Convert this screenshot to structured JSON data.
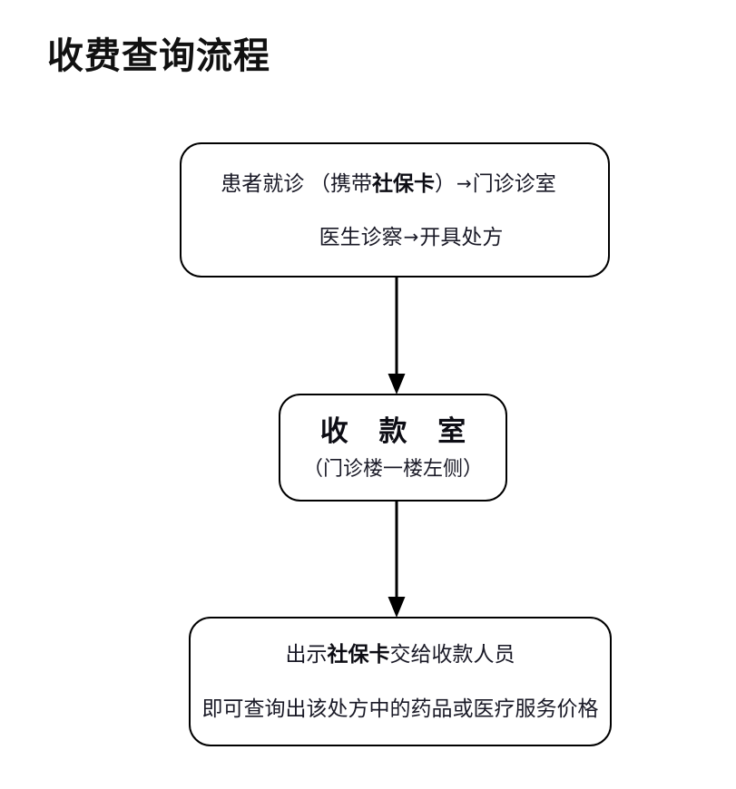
{
  "title": "收费查询流程",
  "flowchart": {
    "type": "flowchart",
    "orientation": "vertical",
    "background_color": "#ffffff",
    "border_color": "#000000",
    "text_color": "#191926",
    "nodes": [
      {
        "id": "node-consultation",
        "shape": "rounded-rectangle",
        "lines": [
          {
            "segments": [
              {
                "text": "患者就诊  （携带",
                "bold": false
              },
              {
                "text": "社保卡",
                "bold": true
              },
              {
                "text": "）",
                "bold": false
              },
              {
                "text": "→",
                "bold": false,
                "icon": "right-arrow-icon"
              },
              {
                "text": "门诊诊室",
                "bold": false
              }
            ],
            "plain": "患者就诊  （携带社保卡）→门诊诊室"
          },
          {
            "segments": [
              {
                "text": "医生诊察",
                "bold": false
              },
              {
                "text": "→",
                "bold": false,
                "icon": "right-arrow-icon"
              },
              {
                "text": "开具处方",
                "bold": false
              }
            ],
            "plain": "医生诊察→开具处方"
          }
        ]
      },
      {
        "id": "node-cashier",
        "shape": "rounded-rectangle",
        "heading": "收 款 室",
        "subtitle": "（门诊楼一楼左侧）"
      },
      {
        "id": "node-query",
        "shape": "rounded-rectangle",
        "lines": [
          {
            "segments": [
              {
                "text": "出示",
                "bold": false
              },
              {
                "text": "社保卡",
                "bold": true
              },
              {
                "text": "交给收款人员",
                "bold": false
              }
            ],
            "plain": "出示社保卡交给收款人员"
          },
          {
            "segments": [
              {
                "text": "即可查询出该处方中的药品或医疗服务价格",
                "bold": false
              }
            ],
            "plain": "即可查询出该处方中的药品或医疗服务价格"
          }
        ]
      }
    ],
    "edges": [
      {
        "id": "edge-1",
        "from": "node-consultation",
        "to": "node-cashier",
        "style": "solid-arrow-down",
        "label": ""
      },
      {
        "id": "edge-2",
        "from": "node-cashier",
        "to": "node-query",
        "style": "solid-arrow-down",
        "label": ""
      }
    ]
  }
}
